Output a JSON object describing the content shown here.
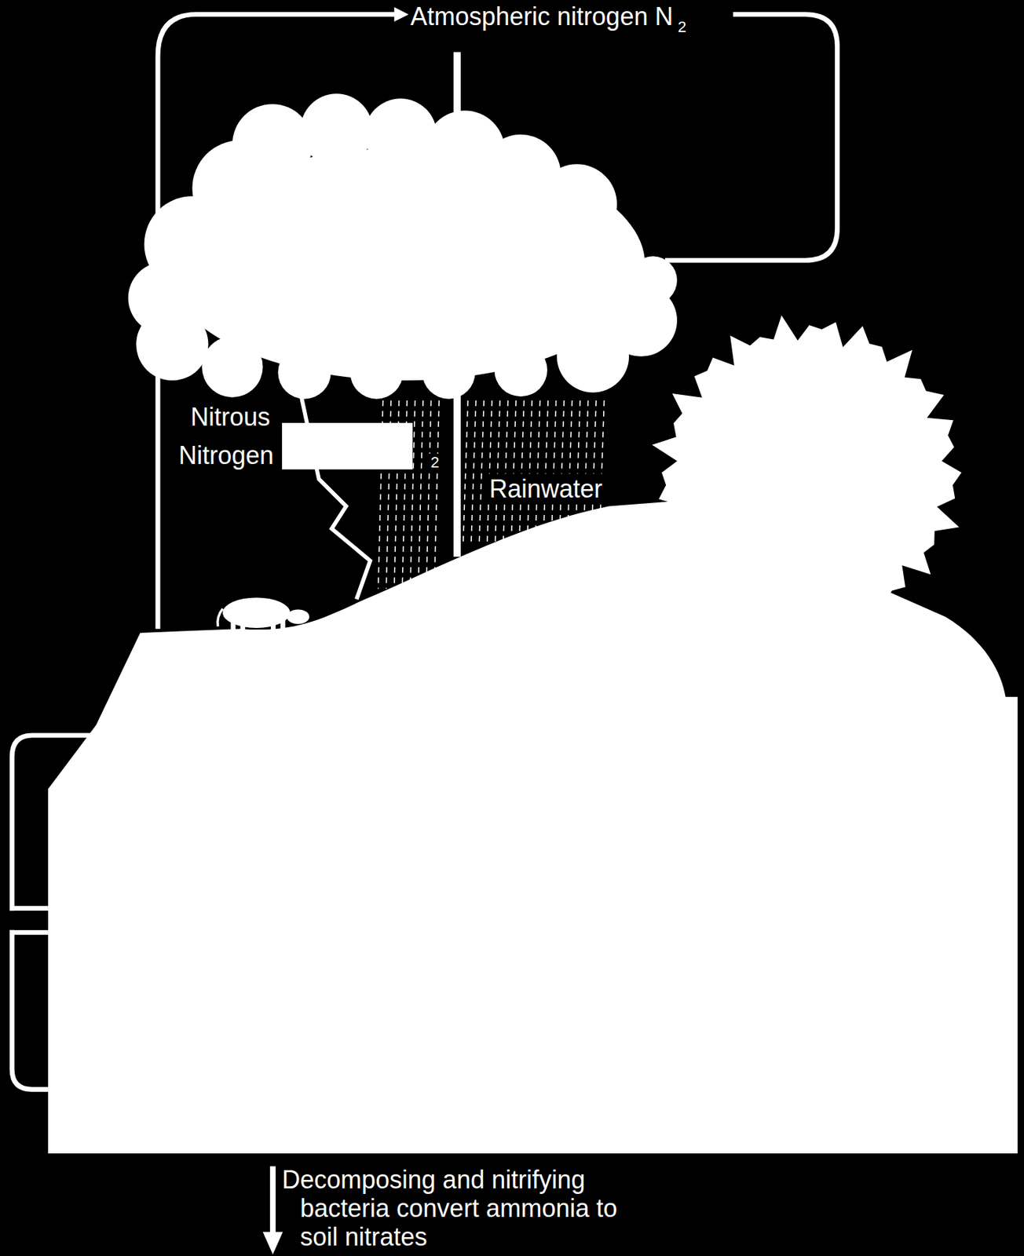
{
  "diagram": {
    "labels": [
      "Atmospheric nitrogen N",
      "2",
      "Nitrous",
      "Nitrogen",
      "2",
      "Rainwater",
      "Decomposing and nitrifying bacteria convert ammonia to soil nitrates"
    ]
  }
}
